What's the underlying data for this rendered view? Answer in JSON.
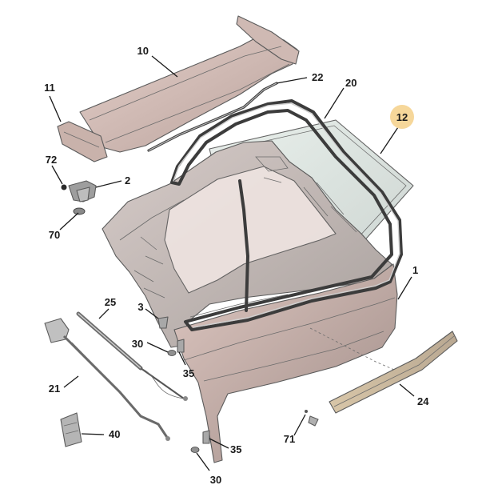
{
  "callouts": {
    "c10": "10",
    "c11": "11",
    "c22": "22",
    "c20": "20",
    "c12": "12",
    "c72": "72",
    "c2": "2",
    "c70": "70",
    "c1": "1",
    "c25": "25",
    "c3": "3",
    "c30a": "30",
    "c35a": "35",
    "c21": "21",
    "c24": "24",
    "c40": "40",
    "c35b": "35",
    "c71": "71",
    "c30b": "30"
  },
  "highlight_color": "#f6d79a"
}
